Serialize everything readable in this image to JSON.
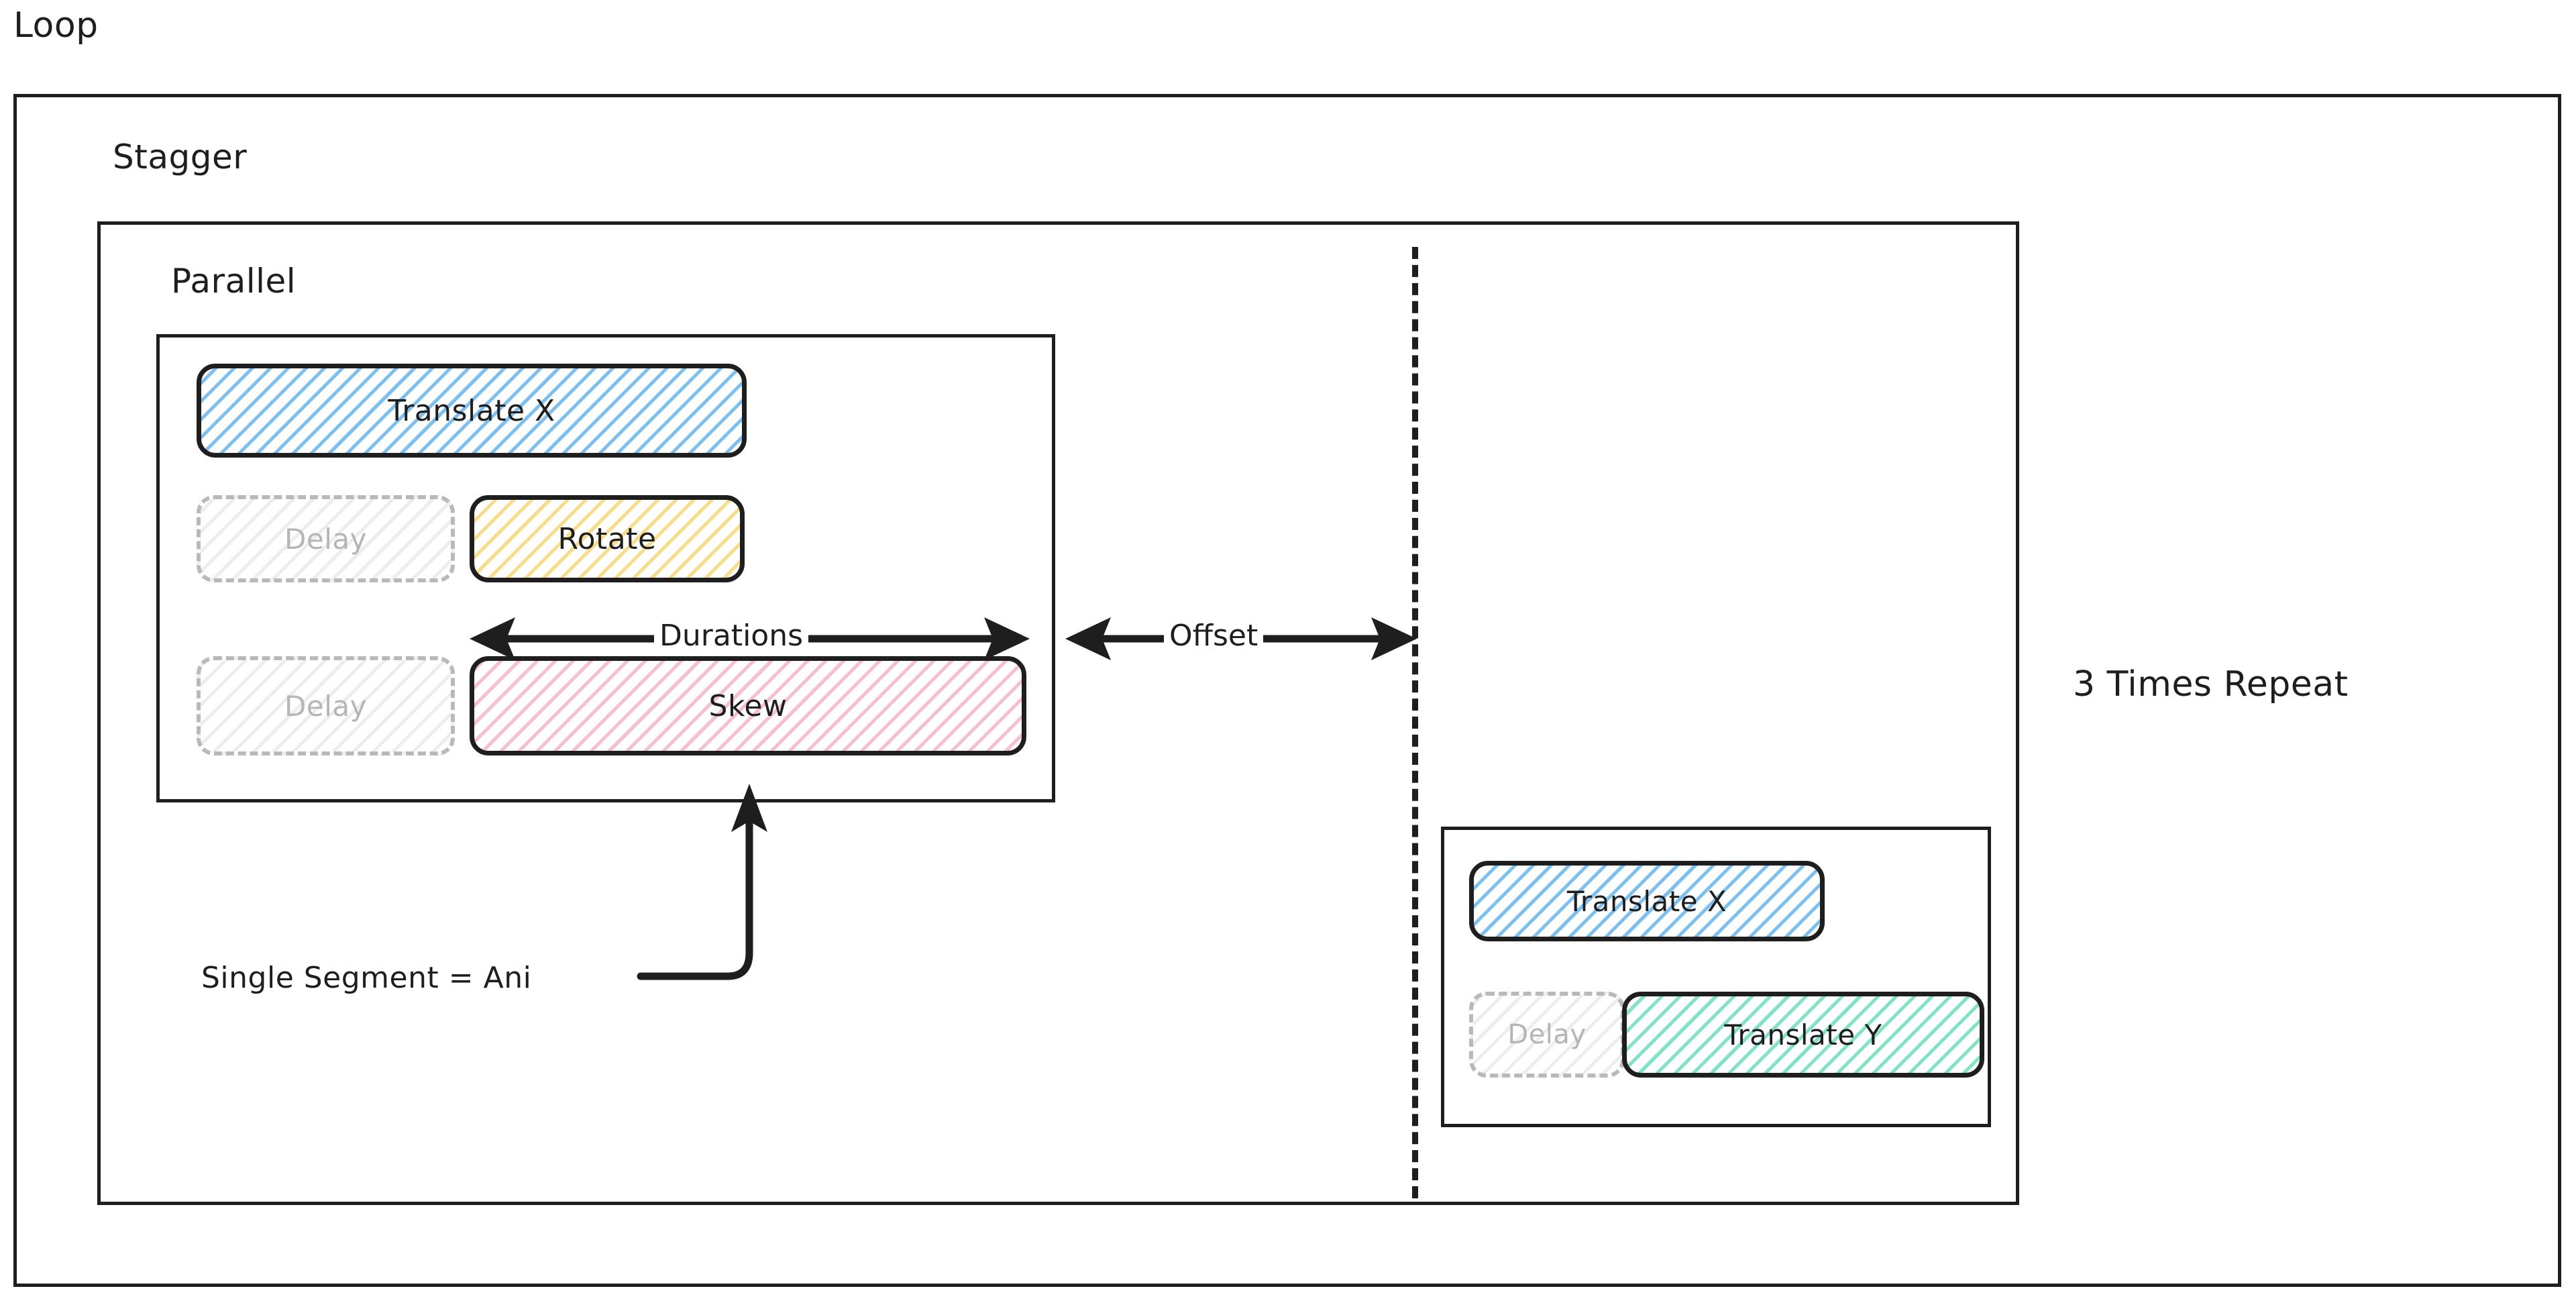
{
  "diagram": {
    "title": "Loop",
    "frames": {
      "loop": {
        "label": "Loop"
      },
      "stagger": {
        "label": "Stagger"
      },
      "parallel": {
        "label": "Parallel"
      }
    },
    "repeat_note": "3 Times Repeat",
    "segment_note": "Single Segment = Ani",
    "measures": {
      "durations": "Durations",
      "offset": "Offset"
    },
    "parallel_rows": [
      {
        "delay": null,
        "chip": "Translate X",
        "color": "#7cc0f2"
      },
      {
        "delay": "Delay",
        "chip": "Rotate",
        "color": "#f8dd86"
      },
      {
        "delay": "Delay",
        "chip": "Skew",
        "color": "#f7bdd2"
      }
    ],
    "offset_group_rows": [
      {
        "delay": null,
        "chip": "Translate X",
        "color": "#7cc0f2"
      },
      {
        "delay": "Delay",
        "chip": "Translate Y",
        "color": "#7fe3c6"
      }
    ],
    "colors": {
      "stroke": "#1e1e1e",
      "delay_stroke": "#b9b9b9",
      "delay_text": "#b5b5b5",
      "background": "#ffffff"
    }
  }
}
